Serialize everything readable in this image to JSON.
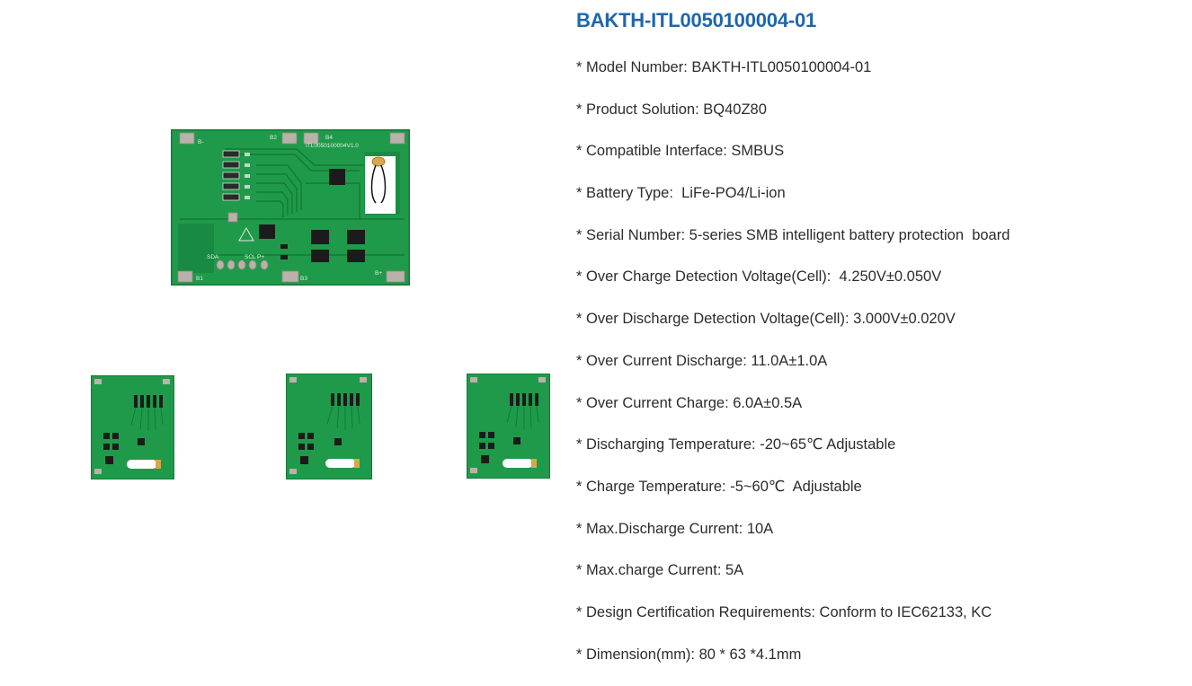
{
  "product": {
    "title": "BAKTH-ITL0050100004-01"
  },
  "board": {
    "silk_id": "ITL0050100004V1.0",
    "pads": {
      "b_minus": "B-",
      "b1": "B1",
      "b2": "B2",
      "b3": "B3",
      "b4": "B4",
      "b_plus": "B+",
      "p_plus": "P+",
      "sda": "SDA",
      "scl": "SCL"
    }
  },
  "colors": {
    "title": "#1e67ad",
    "pcb_green": "#1f9a4a",
    "pcb_dark": "#137a37",
    "pad_silver": "#b9b2a8",
    "text": "#2c2c2c"
  },
  "specs": [
    {
      "label": "* Model Number: ",
      "value": "BAKTH-ITL0050100004-01"
    },
    {
      "label": "* Product Solution: ",
      "value": "BQ40Z80"
    },
    {
      "label": "* Compatible Interface: ",
      "value": "SMBUS"
    },
    {
      "label": "* Battery Type: ",
      "value": " LiFe-PO4/Li-ion"
    },
    {
      "label": "* Serial Number: ",
      "value": "5-series SMB intelligent battery protection  board"
    },
    {
      "label": "* Over Charge Detection Voltage(Cell): ",
      "value": " 4.250V±0.050V"
    },
    {
      "label": "* Over Discharge Detection Voltage(Cell): ",
      "value": "3.000V±0.020V"
    },
    {
      "label": "* Over Current Discharge: ",
      "value": "11.0A±1.0A"
    },
    {
      "label": "* Over Current Charge: ",
      "value": "6.0A±0.5A"
    },
    {
      "label": "* Discharging Temperature: ",
      "value": "-20~65℃ Adjustable"
    },
    {
      "label": "* Charge Temperature: ",
      "value": "-5~60℃  Adjustable"
    },
    {
      "label": "* Max.Discharge Current: ",
      "value": "10A"
    },
    {
      "label": "* Max.charge Current: ",
      "value": "5A"
    },
    {
      "label": "* Design Certification Requirements: ",
      "value": "Conform to IEC62133, KC"
    },
    {
      "label": "* Dimension(mm): ",
      "value": "80 * 63 *4.1mm"
    }
  ]
}
